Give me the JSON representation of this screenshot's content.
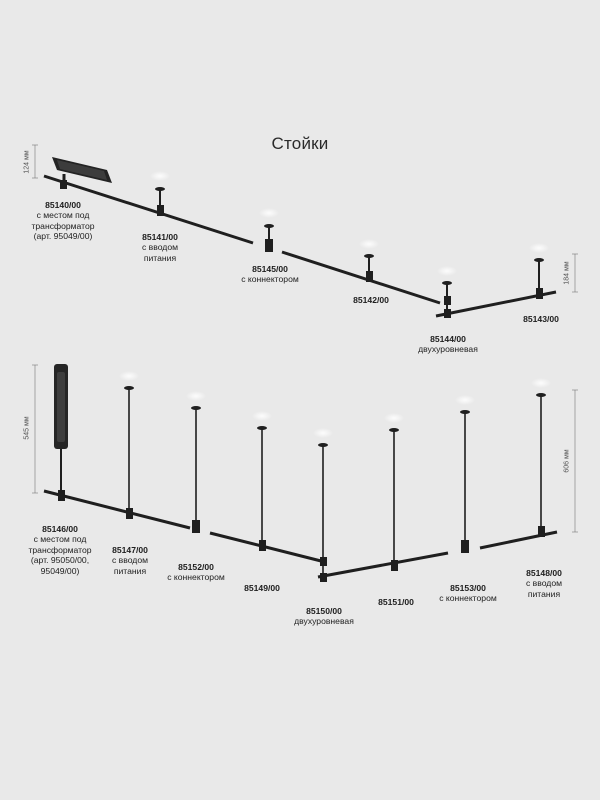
{
  "title": "Стойки",
  "dimensions": {
    "top_left": "124 мм",
    "top_right": "184 мм",
    "bottom_left": "545 мм",
    "bottom_right": "606 мм"
  },
  "products": [
    {
      "code": "85140/00",
      "desc": [
        "с местом под",
        "трансформатор",
        "(арт. 95049/00)"
      ]
    },
    {
      "code": "85141/00",
      "desc": [
        "с вводом",
        "питания"
      ]
    },
    {
      "code": "85145/00",
      "desc": [
        "с коннектором"
      ]
    },
    {
      "code": "85142/00",
      "desc": []
    },
    {
      "code": "85144/00",
      "desc": [
        "двухуровневая"
      ]
    },
    {
      "code": "85143/00",
      "desc": []
    },
    {
      "code": "85146/00",
      "desc": [
        "с местом под",
        "трансформатор",
        "(арт. 95050/00,",
        "95049/00)"
      ]
    },
    {
      "code": "85147/00",
      "desc": [
        "с вводом",
        "питания"
      ]
    },
    {
      "code": "85152/00",
      "desc": [
        "с коннектором"
      ]
    },
    {
      "code": "85149/00",
      "desc": []
    },
    {
      "code": "85150/00",
      "desc": [
        "двухуровневая"
      ]
    },
    {
      "code": "85151/00",
      "desc": []
    },
    {
      "code": "85153/00",
      "desc": [
        "с коннектором"
      ]
    },
    {
      "code": "85148/00",
      "desc": [
        "с вводом",
        "питания"
      ]
    }
  ],
  "colors": {
    "background": "#e9e9e9",
    "track": "#1f1f1f",
    "text": "#1e1e1e"
  }
}
